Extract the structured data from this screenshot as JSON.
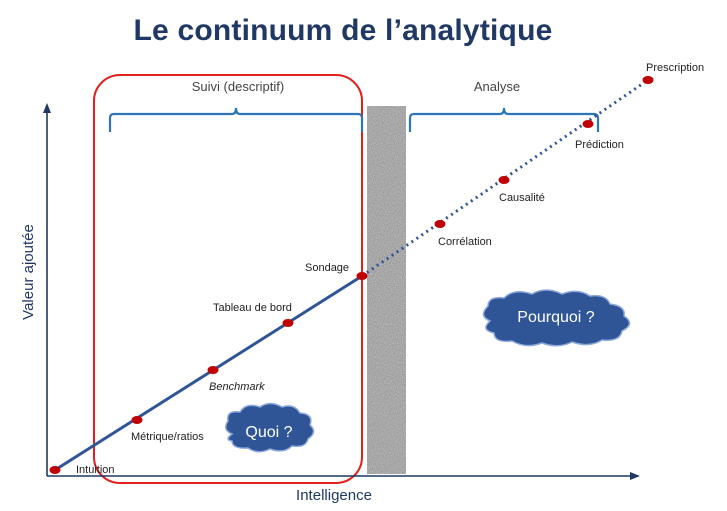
{
  "title": "Le continuum de l’analytique",
  "sections": {
    "suivi": "Suivi (descriptif)",
    "analyse": "Analyse"
  },
  "axes": {
    "x_label": "Intelligence",
    "y_label": "Valeur ajoutée"
  },
  "stages": [
    {
      "label": "Intuition",
      "italic": false
    },
    {
      "label": "Métrique/ratios",
      "italic": false
    },
    {
      "label": "Benchmark",
      "italic": true
    },
    {
      "label": "Tableau de bord",
      "italic": false
    },
    {
      "label": "Sondage",
      "italic": false
    },
    {
      "label": "Corrélation",
      "italic": false
    },
    {
      "label": "Causalité",
      "italic": false
    },
    {
      "label": "Prédiction",
      "italic": false
    },
    {
      "label": "Prescription",
      "italic": false
    }
  ],
  "clouds": {
    "quoi": "Quoi ?",
    "pourquoi": "Pourquoi ?"
  },
  "colors": {
    "title": "#1f3864",
    "line": "#2f5597",
    "axis": "#1f3864",
    "marker": "#c00000",
    "highlight_box": "#e0201c",
    "bracket": "#2e75b6",
    "cloud_fill": "#2f5597",
    "cloud_stroke": "#8faadc"
  }
}
